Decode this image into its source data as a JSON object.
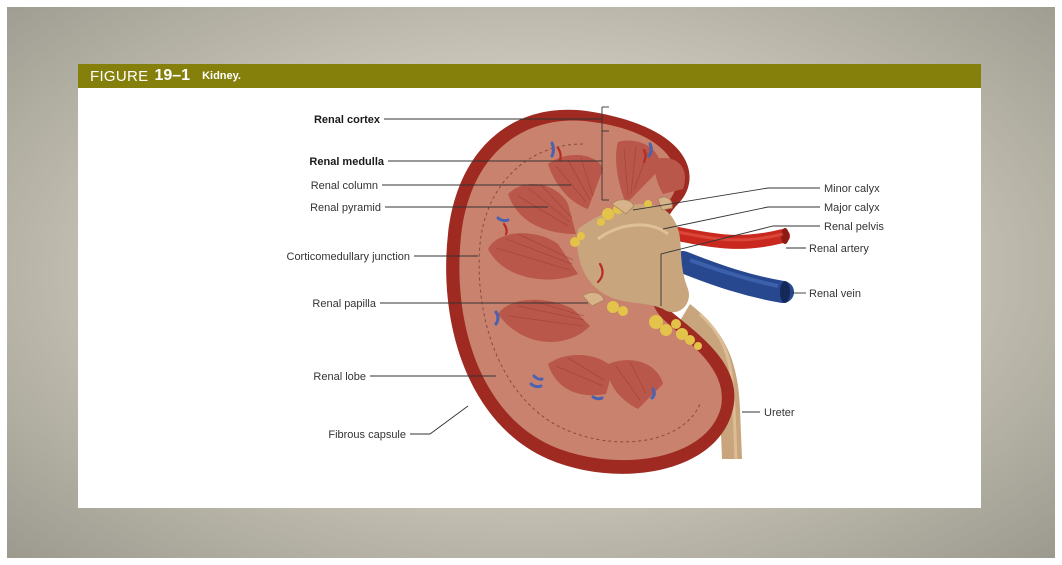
{
  "figure": {
    "label": "FIGURE",
    "number": "19–1",
    "caption": "Kidney."
  },
  "labels": {
    "renal_cortex": "Renal cortex",
    "renal_medulla": "Renal medulla",
    "renal_column": "Renal column",
    "renal_pyramid": "Renal pyramid",
    "corticomedullary_junction": "Corticomedullary junction",
    "renal_papilla": "Renal papilla",
    "renal_lobe": "Renal lobe",
    "fibrous_capsule": "Fibrous capsule",
    "minor_calyx": "Minor calyx",
    "major_calyx": "Major calyx",
    "renal_pelvis": "Renal pelvis",
    "renal_artery": "Renal artery",
    "renal_vein": "Renal vein",
    "ureter": "Ureter"
  },
  "colors": {
    "header_bar": "#85800c",
    "kidney_capsule": "#9e2a22",
    "cortex": "#c9826e",
    "pyramid": "#b9574a",
    "pelvis": "#c9a57d",
    "artery": "#c8281e",
    "vein": "#27488f",
    "fat": "#e3c34a"
  }
}
